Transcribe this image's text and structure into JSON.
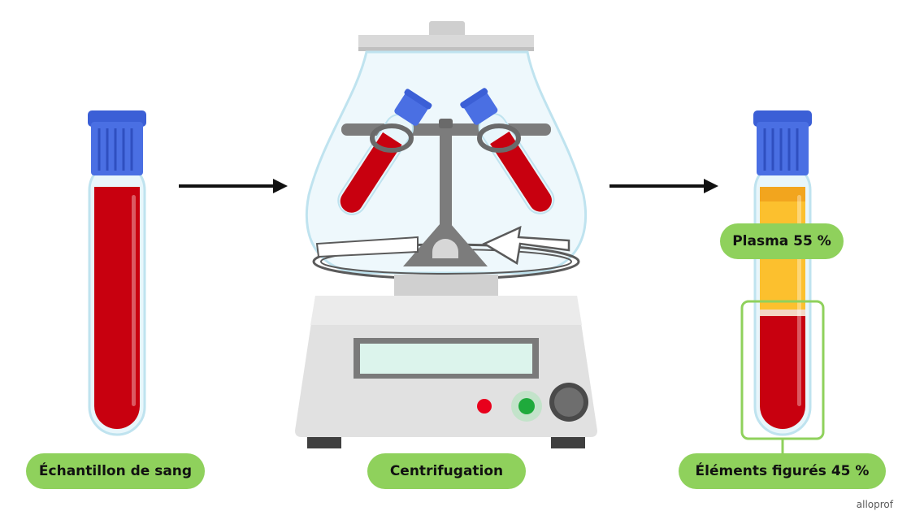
{
  "labels": {
    "sample": "Échantillon de sang",
    "centrifugation": "Centrifugation",
    "plasma": "Plasma 55 %",
    "elements": "Éléments figurés 45 %"
  },
  "plasma_percent": 55,
  "elements_percent": 45,
  "watermark": "alloprof",
  "colors": {
    "label_bg": "#8fd15c",
    "blood": "#c8000f",
    "plasma": "#fcc02e",
    "cap": "#3b5fd6",
    "machine": "#e1e1e1",
    "highlight": "#8fd15c"
  }
}
